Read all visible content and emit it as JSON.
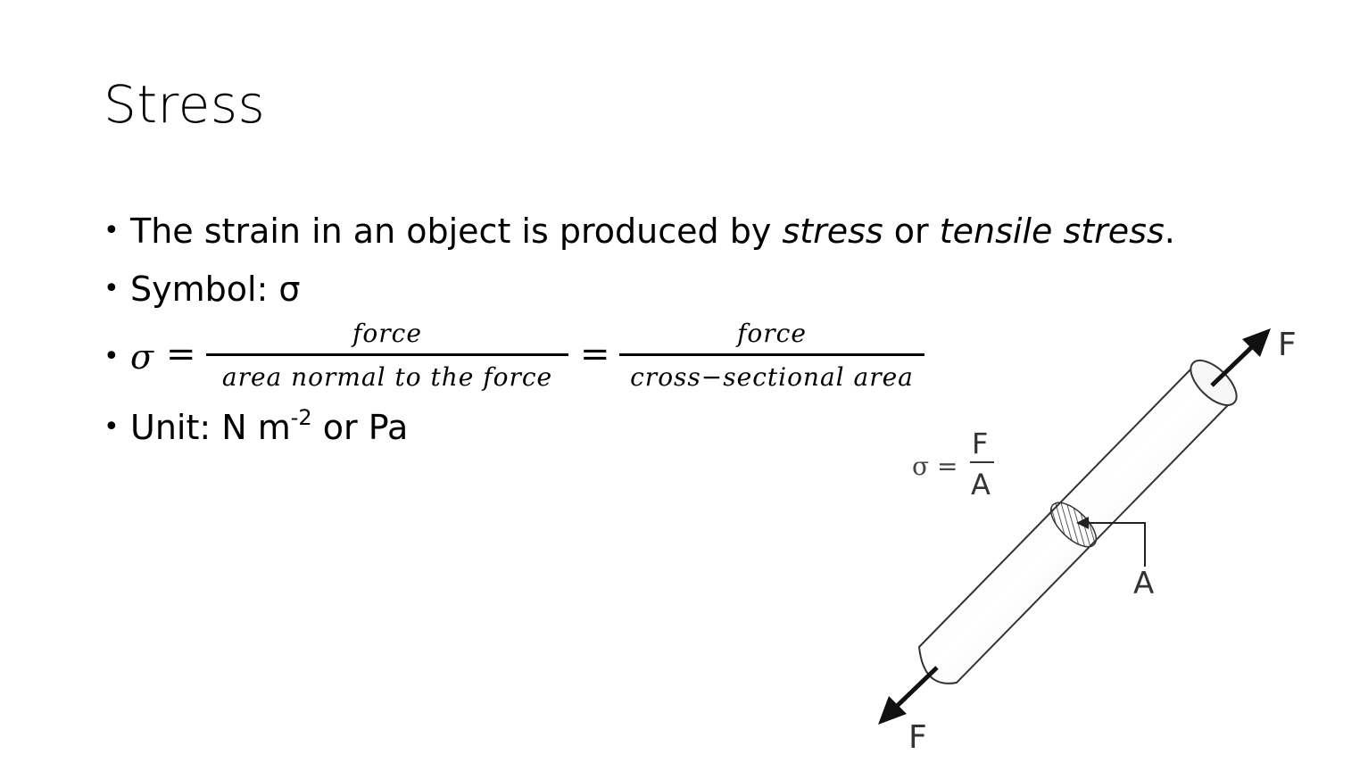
{
  "slide": {
    "title": "Stress",
    "bullet1": {
      "part1": "The strain in an object is produced by ",
      "italic1": "stress",
      "part2": " or ",
      "italic2": "tensile stress",
      "part3": "."
    },
    "bullet2": "Symbol: σ",
    "equation": {
      "lhs": "σ",
      "equals": "=",
      "frac1_num": "force",
      "frac1_den": "area normal to the force",
      "frac2_num": "force",
      "frac2_den": "cross−sectional area"
    },
    "bullet4": {
      "prefix": "Unit: N m",
      "exponent": "-2",
      "suffix": " or Pa"
    },
    "bullet_glyph": "•"
  },
  "diagram": {
    "force_label_top": "F",
    "force_label_bottom": "F",
    "area_label": "A",
    "formula_lhs": "σ =",
    "formula_num": "F",
    "formula_den": "A"
  }
}
